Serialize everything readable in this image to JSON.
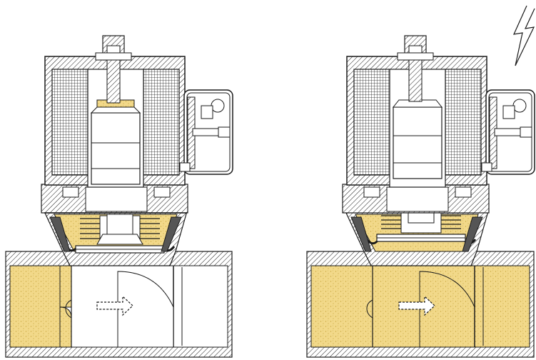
{
  "figure": {
    "panels": [
      {
        "id": "left",
        "state": "closed",
        "flow_arrow": "dashed-right-arrow"
      },
      {
        "id": "right",
        "state": "open",
        "flow_arrow": "dashed-right-arrow",
        "energized_symbol": "lightning-icon"
      }
    ],
    "colors": {
      "line": "#1a1a1a",
      "fluid": "#f2d98a",
      "fluid_dots": "#c9a840",
      "body_fill": "#ffffff"
    }
  }
}
